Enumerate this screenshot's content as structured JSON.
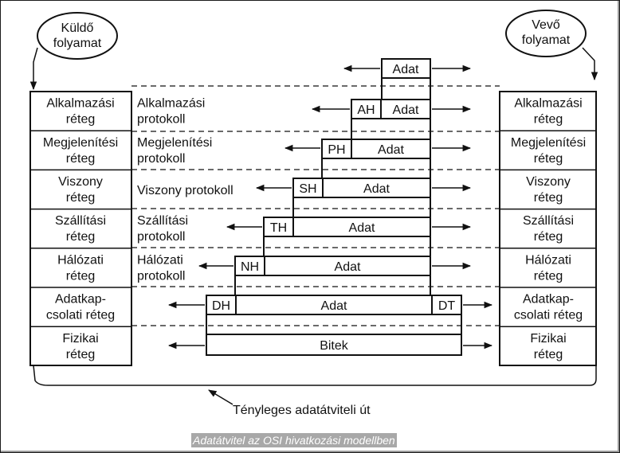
{
  "sender": {
    "line1": "Küldő",
    "line2": "folyamat"
  },
  "receiver": {
    "line1": "Vevő",
    "line2": "folyamat"
  },
  "layers": [
    {
      "line1": "Alkalmazási",
      "line2": "réteg",
      "protocol1": "Alkalmazási",
      "protocol2": "protokoll",
      "header": "AH",
      "data": "Adat"
    },
    {
      "line1": "Megjelenítési",
      "line2": "réteg",
      "protocol1": "Megjelenítési",
      "protocol2": "protokoll",
      "header": "PH",
      "data": "Adat"
    },
    {
      "line1": "Viszony",
      "line2": "réteg",
      "protocol1": "Viszony protokoll",
      "protocol2": "",
      "header": "SH",
      "data": "Adat"
    },
    {
      "line1": "Szállítási",
      "line2": "réteg",
      "protocol1": "Szállítási",
      "protocol2": "protokoll",
      "header": "TH",
      "data": "Adat"
    },
    {
      "line1": "Hálózati",
      "line2": "réteg",
      "protocol1": "Hálózati",
      "protocol2": "protokoll",
      "header": "NH",
      "data": "Adat"
    },
    {
      "line1": "Adatkap-",
      "line2": "csolati réteg",
      "protocol1": "",
      "protocol2": "",
      "header": "DH",
      "trailer": "DT",
      "data": "Adat"
    },
    {
      "line1": "Fizikai",
      "line2": "réteg",
      "protocol1": "",
      "protocol2": "",
      "data": "Bitek"
    }
  ],
  "top_data": "Adat",
  "path_label": "Tényleges adatátviteli út",
  "caption": "Adatátvitel az OSI hivatkozási modellben"
}
